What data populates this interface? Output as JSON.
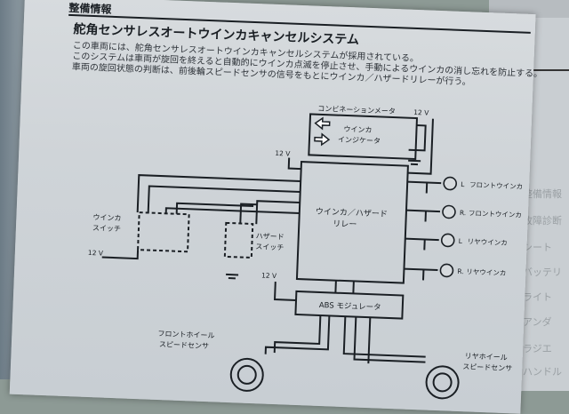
{
  "header": {
    "section": "整備情報",
    "title": "舵角センサレスオートウインカキャンセルシステム"
  },
  "description": [
    "この車両には、舵角センサレスオートウインカキャンセルシステムが採用されている。",
    "このシステムは車両が旋回を終えると自動的にウインカ点滅を停止させ、手動によるウインカの消し忘れを防止する。",
    "車両の旋回状態の判断は、前後輪スピードセンサの信号をもとにウインカ／ハザードリレーが行う。"
  ],
  "diagram": {
    "combination_meter": "コンビネーションメータ",
    "indicator": [
      "ウインカ",
      "インジケータ"
    ],
    "relay": [
      "ウインカ／ハザード",
      "リレー"
    ],
    "winker_switch": [
      "ウインカ",
      "スイッチ"
    ],
    "hazard_switch": [
      "ハザード",
      "スイッチ"
    ],
    "abs_modulator": "ABS モジュレータ",
    "front_sensor": [
      "フロントホイール",
      "スピードセンサ"
    ],
    "rear_sensor": [
      "リヤホイール",
      "スピードセンサ"
    ],
    "voltage": "12 V",
    "lamps": [
      {
        "side": "L",
        "name": "フロントウインカ"
      },
      {
        "side": "R.",
        "name": "フロントウインカ"
      },
      {
        "side": "L",
        "name": "リヤウインカ"
      },
      {
        "side": "R.",
        "name": "リヤウインカ"
      }
    ]
  },
  "side_tabs": [
    "整備情報",
    "故障診断",
    "シート",
    "バッテリ",
    "ライト",
    "アンダ",
    "ラジエ",
    "ハンドル"
  ]
}
